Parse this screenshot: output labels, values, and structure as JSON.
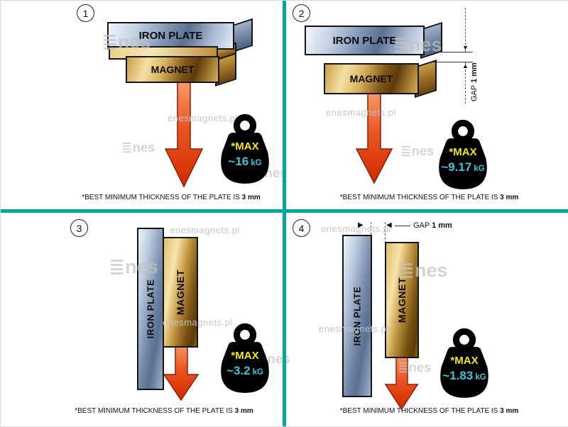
{
  "brand": {
    "watermark": "enesmagnets.pl",
    "logo_suffix": "nes"
  },
  "panels": [
    {
      "number": "1",
      "plate": "IRON PLATE",
      "magnet": "MAGNET",
      "weight": {
        "max": "*MAX",
        "value": "~16",
        "unit": "kG"
      },
      "caption": {
        "text": "*BEST MINIMUM THICKNESS OF THE PLATE IS",
        "bold": "3 mm"
      }
    },
    {
      "number": "2",
      "plate": "IRON PLATE",
      "magnet": "MAGNET",
      "gap": {
        "label": "GAP",
        "value": "1 mm"
      },
      "weight": {
        "max": "*MAX",
        "value": "~9.17",
        "unit": "kG"
      },
      "caption": {
        "text": "*BEST MINIMUM THICKNESS OF THE PLATE IS",
        "bold": "3 mm"
      }
    },
    {
      "number": "3",
      "plate": "IRON PLATE",
      "magnet": "MAGNET",
      "weight": {
        "max": "*MAX",
        "value": "~3.2",
        "unit": "kG"
      },
      "caption": {
        "text": "*BEST MINIMUM THICKNESS OF THE PLATE IS",
        "bold": "3 mm"
      }
    },
    {
      "number": "4",
      "plate": "IRON PLATE",
      "magnet": "MAGNET",
      "gap": {
        "label": "GAP",
        "value": "1 mm"
      },
      "weight": {
        "max": "*MAX",
        "value": "~1.83",
        "unit": "kG"
      },
      "caption": {
        "text": "*BEST MINIMUM THICKNESS OF THE PLATE IS",
        "bold": "3 mm"
      }
    }
  ]
}
